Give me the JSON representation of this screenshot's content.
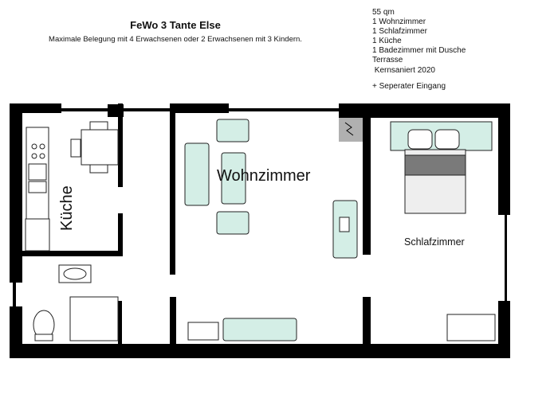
{
  "header": {
    "title": "FeWo 3 Tante Else",
    "subtitle": "Maximale Belegung mit 4 Erwachsenen oder 2 Erwachsenen mit 3 Kindern."
  },
  "facts": {
    "items": [
      "55 qm",
      "1 Wohnzimmer",
      "1 Schlafzimmer",
      "1 Küche",
      "1 Badezimmer mit Dusche",
      "Terrasse",
      " Kernsaniert 2020"
    ],
    "extra": "+ Seperater Eingang"
  },
  "rooms": {
    "kitchen": "Küche",
    "living": "Wohnzimmer",
    "bedroom": "Schlafzimmer"
  },
  "colors": {
    "wall": "#000000",
    "furniture_fill": "#d4eee6",
    "bed_band": "#7a7a7a",
    "stair_box": "#b0b0b0"
  }
}
